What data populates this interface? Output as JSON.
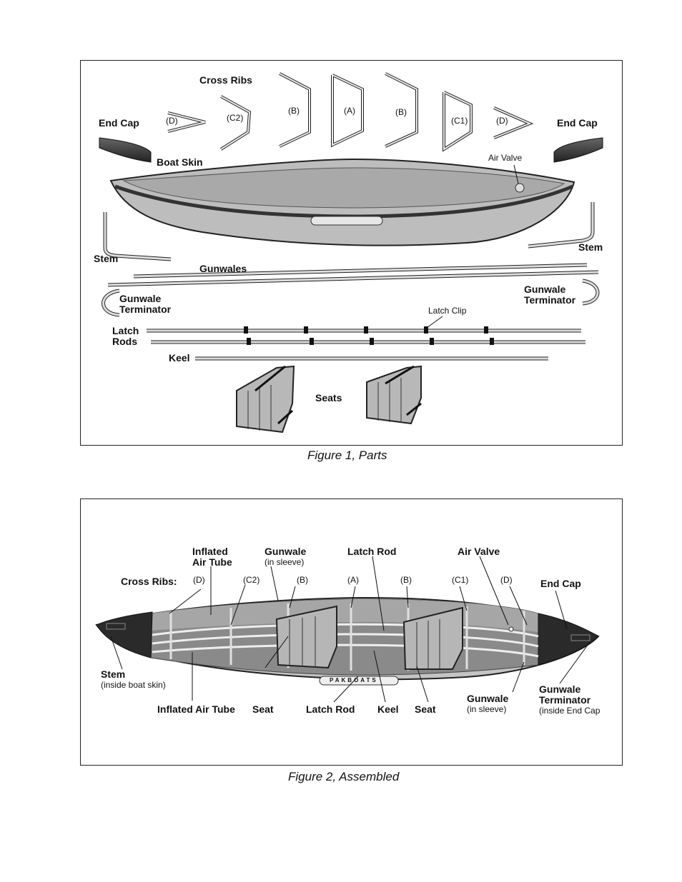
{
  "figure1": {
    "caption": "Figure 1, Parts",
    "labels": {
      "cross_ribs": "Cross Ribs",
      "end_cap_left": "End Cap",
      "end_cap_right": "End Cap",
      "boat_skin": "Boat Skin",
      "air_valve": "Air Valve",
      "stem_left": "Stem",
      "stem_right": "Stem",
      "gunwales": "Gunwales",
      "gunwale_terminator_left": [
        "Gunwale",
        "Terminator"
      ],
      "gunwale_terminator_right": [
        "Gunwale",
        "Terminator"
      ],
      "latch_rods": [
        "Latch",
        "Rods"
      ],
      "latch_clip": "Latch Clip",
      "keel": "Keel",
      "seats": "Seats"
    },
    "rib_codes": [
      "(D)",
      "(C2)",
      "(B)",
      "(A)",
      "(B)",
      "(C1)",
      "(D)"
    ]
  },
  "figure2": {
    "caption": "Figure 2, Assembled",
    "labels": {
      "inflated_air_tube_top": [
        "Inflated",
        "Air Tube"
      ],
      "gunwale_top": "Gunwale",
      "gunwale_top_sub": "(in sleeve)",
      "latch_rod_top": "Latch Rod",
      "air_valve": "Air Valve",
      "cross_ribs": "Cross Ribs:",
      "end_cap": "End Cap",
      "stem": "Stem",
      "stem_sub": "(inside boat skin)",
      "inflated_air_tube_bottom": "Inflated Air Tube",
      "seat_left": "Seat",
      "latch_rod_bottom": "Latch Rod",
      "keel": "Keel",
      "seat_right": "Seat",
      "gunwale_bottom": "Gunwale",
      "gunwale_bottom_sub": "(in sleeve)",
      "gunwale_terminator": [
        "Gunwale",
        "Terminator"
      ],
      "gunwale_terminator_sub": "(inside End Cap",
      "boat_brand": "PAKBOATS"
    },
    "rib_codes": [
      "(D)",
      "(C2)",
      "(B)",
      "(A)",
      "(B)",
      "(C1)",
      "(D)"
    ]
  },
  "colors": {
    "skin": "#b4b4b4",
    "dark": "#3a3a3a",
    "cap": "#2a2a2a",
    "line": "#111111"
  }
}
